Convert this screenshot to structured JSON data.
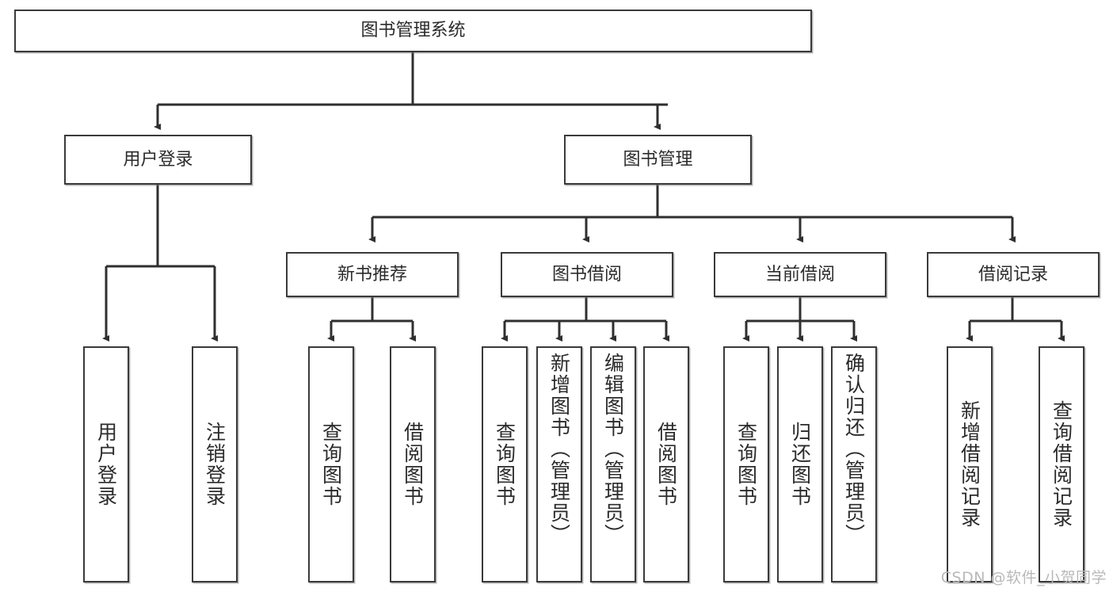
{
  "chart_data": {
    "type": "diagram",
    "diagram_kind": "hierarchy-tree",
    "title": "图书管理系统",
    "orientation": "top-down",
    "levels": 3,
    "node_count": 21,
    "edge_style": "orthogonal-elbow-with-arrowheads",
    "nodes": [
      {
        "id": "root",
        "label": "图书管理系统",
        "level": 0,
        "parent": null
      },
      {
        "id": "login",
        "label": "用户登录",
        "level": 1,
        "parent": "root"
      },
      {
        "id": "bookmgmt",
        "label": "图书管理",
        "level": 1,
        "parent": "root"
      },
      {
        "id": "newbook",
        "label": "新书推荐",
        "level": 2,
        "parent": "bookmgmt"
      },
      {
        "id": "borrow",
        "label": "图书借阅",
        "level": 2,
        "parent": "bookmgmt"
      },
      {
        "id": "current",
        "label": "当前借阅",
        "level": 2,
        "parent": "bookmgmt"
      },
      {
        "id": "records",
        "label": "借阅记录",
        "level": 2,
        "parent": "bookmgmt"
      },
      {
        "id": "leaf_login_1",
        "label": "用户登录",
        "level": 2,
        "parent": "login"
      },
      {
        "id": "leaf_login_2",
        "label": "注销登录",
        "level": 2,
        "parent": "login"
      },
      {
        "id": "leaf_new_1",
        "label": "查询图书",
        "level": 3,
        "parent": "newbook"
      },
      {
        "id": "leaf_new_2",
        "label": "借阅图书",
        "level": 3,
        "parent": "newbook"
      },
      {
        "id": "leaf_bor_1",
        "label": "查询图书",
        "level": 3,
        "parent": "borrow"
      },
      {
        "id": "leaf_bor_2",
        "label": "新增图书（管理员）",
        "level": 3,
        "parent": "borrow"
      },
      {
        "id": "leaf_bor_3",
        "label": "编辑图书（管理员）",
        "level": 3,
        "parent": "borrow"
      },
      {
        "id": "leaf_bor_4",
        "label": "借阅图书",
        "level": 3,
        "parent": "borrow"
      },
      {
        "id": "leaf_cur_1",
        "label": "查询图书",
        "level": 3,
        "parent": "current"
      },
      {
        "id": "leaf_cur_2",
        "label": "归还图书",
        "level": 3,
        "parent": "current"
      },
      {
        "id": "leaf_cur_3",
        "label": "确认归还（管理员）",
        "level": 3,
        "parent": "current"
      },
      {
        "id": "leaf_rec_1",
        "label": "新增借阅记录",
        "level": 3,
        "parent": "records"
      },
      {
        "id": "leaf_rec_2",
        "label": "查询借阅记录",
        "level": 3,
        "parent": "records"
      }
    ]
  },
  "colors": {
    "background": "#ffffff",
    "node_fill": "#ffffff",
    "node_border": "#3a3a3a",
    "edge": "#2f2f2f",
    "text": "#2b2b2b",
    "watermark": "#b9b9b9"
  },
  "root": {
    "label": "图书管理系统"
  },
  "level1": {
    "login": {
      "label": "用户登录"
    },
    "bookmgmt": {
      "label": "图书管理"
    }
  },
  "level2": {
    "newbook": {
      "label": "新书推荐"
    },
    "borrow": {
      "label": "图书借阅"
    },
    "current": {
      "label": "当前借阅"
    },
    "records": {
      "label": "借阅记录"
    }
  },
  "leaves": {
    "login": [
      {
        "label": "用户登录"
      },
      {
        "label": "注销登录"
      }
    ],
    "newbook": [
      {
        "label": "查询图书"
      },
      {
        "label": "借阅图书"
      }
    ],
    "borrow": [
      {
        "label": "查询图书"
      },
      {
        "label": "新增图书（管理员）"
      },
      {
        "label": "编辑图书（管理员）"
      },
      {
        "label": "借阅图书"
      }
    ],
    "current": [
      {
        "label": "查询图书"
      },
      {
        "label": "归还图书"
      },
      {
        "label": "确认归还（管理员）"
      }
    ],
    "records": [
      {
        "label": "新增借阅记录"
      },
      {
        "label": "查询借阅记录"
      }
    ]
  },
  "watermark": {
    "text": "CSDN @软件_小贺同学"
  }
}
